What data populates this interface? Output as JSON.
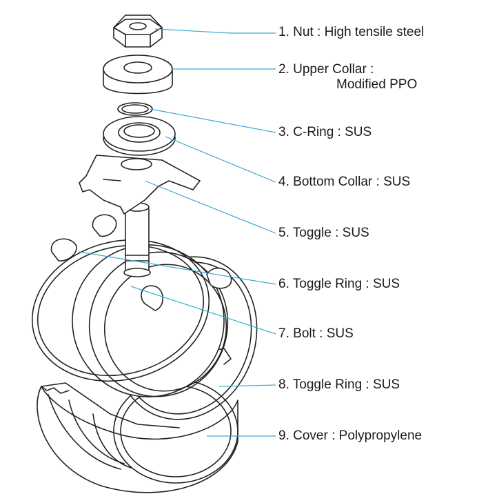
{
  "diagram": {
    "accent_color": "#3aa9d6",
    "ink_color": "#222222",
    "parts": [
      {
        "number": "1.",
        "name": "Nut",
        "material": "High tensile steel"
      },
      {
        "number": "2.",
        "name": "Upper Collar",
        "material": "Modified PPO"
      },
      {
        "number": "3.",
        "name": "C-Ring",
        "material": "SUS"
      },
      {
        "number": "4.",
        "name": "Bottom Collar",
        "material": "SUS"
      },
      {
        "number": "5.",
        "name": "Toggle",
        "material": "SUS"
      },
      {
        "number": "6.",
        "name": "Toggle Ring",
        "material": "SUS"
      },
      {
        "number": "7.",
        "name": "Bolt",
        "material": "SUS"
      },
      {
        "number": "8.",
        "name": "Toggle Ring",
        "material": "SUS"
      },
      {
        "number": "9.",
        "name": "Cover",
        "material": "Polypropylene"
      }
    ]
  }
}
